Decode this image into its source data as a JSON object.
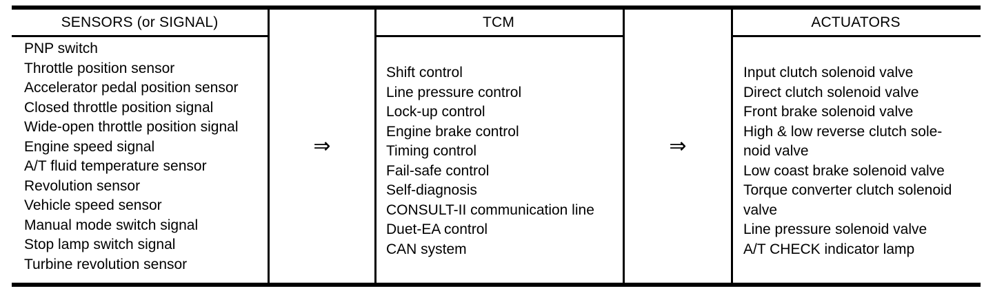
{
  "diagram": {
    "arrow_symbol": "⇒",
    "colors": {
      "border": "#000000",
      "text": "#000000",
      "background": "#ffffff"
    },
    "columns": [
      {
        "header": "SENSORS (or SIGNAL)",
        "lines": [
          "PNP switch",
          "Throttle position sensor",
          "Accelerator pedal position sensor",
          "Closed throttle position signal",
          "Wide-open throttle position signal",
          "Engine speed signal",
          "A/T fluid temperature sensor",
          "Revolution sensor",
          "Vehicle speed sensor",
          "Manual mode switch signal",
          "Stop lamp switch signal",
          "Turbine revolution sensor"
        ]
      },
      {
        "header": "TCM",
        "lines": [
          "Shift control",
          "Line pressure control",
          "Lock-up control",
          "Engine brake control",
          "Timing control",
          "Fail-safe control",
          "Self-diagnosis",
          "CONSULT-II communication line",
          "Duet-EA control",
          "CAN system"
        ]
      },
      {
        "header": "ACTUATORS",
        "lines": [
          "Input clutch solenoid valve",
          "Direct clutch solenoid valve",
          "Front brake solenoid valve",
          "High & low reverse clutch sole-",
          "noid valve",
          "Low coast brake solenoid valve",
          "Torque converter clutch solenoid",
          "valve",
          "Line pressure solenoid valve",
          "A/T CHECK indicator lamp"
        ]
      }
    ]
  }
}
